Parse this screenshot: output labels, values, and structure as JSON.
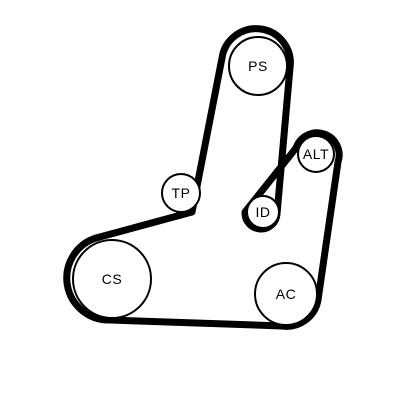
{
  "diagram": {
    "pulleys": {
      "ps": {
        "label": "PS"
      },
      "alt": {
        "label": "ALT"
      },
      "tp": {
        "label": "TP"
      },
      "id": {
        "label": "ID"
      },
      "cs": {
        "label": "CS"
      },
      "ac": {
        "label": "AC"
      }
    },
    "colors": {
      "belt": "#000000",
      "pulley_outline": "#000000",
      "background": "#ffffff"
    }
  }
}
